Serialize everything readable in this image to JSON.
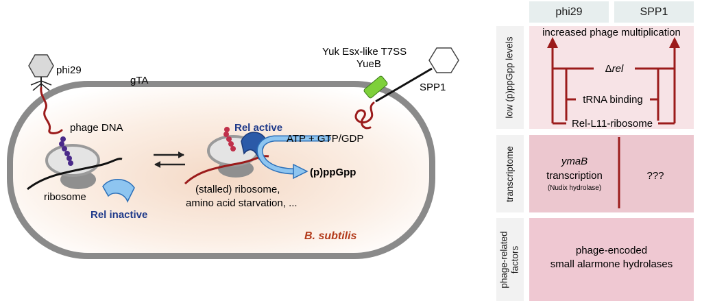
{
  "cell": {
    "phi29": "phi29",
    "gta": "gTA",
    "phage_dna": "phage DNA",
    "yuk_label": "Yuk Esx-like T7SS",
    "yueb": "YueB",
    "spp1": "SPP1",
    "rel_active": "Rel active",
    "rel_inactive": "Rel inactive",
    "atp_gtp": "ATP + GTP/GDP",
    "ppgpp": "(p)ppGpp",
    "ribosome": "ribosome",
    "stalled_1": "(stalled) ribosome,",
    "stalled_2": "amino acid starvation, ...",
    "organism": "B. subtilis"
  },
  "table": {
    "col_phi29": "phi29",
    "col_spp1": "SPP1",
    "row1_label": "low (p)ppGpp levels",
    "row2_label": "transcriptome",
    "row3_label_1": "phage-related",
    "row3_label_2": "factors",
    "increased": "increased phage multiplication",
    "delta_rel_symbol": "Δ",
    "delta_rel_gene": "rel",
    "trna": "tRNA binding",
    "rel_l11": "Rel-L11-ribosome",
    "ymab": "ymaB",
    "transcription": "transcription",
    "nudix": "(Nudix hydrolase)",
    "unknown": "???",
    "hydrolases_1": "phage-encoded",
    "hydrolases_2": "small alarmone hydrolases"
  },
  "colors": {
    "dark_red": "#9b1b1b",
    "organism_red": "#b33a1a",
    "rel_blue": "#1f3a8a",
    "arrow_blue": "#4a90d9",
    "cell_border": "#6b6b6b",
    "row1_bg": "#f7e3e6",
    "row2_bg": "#ecc7cf",
    "row3_bg": "#efc8d2",
    "header_bg": "#e7eeee",
    "yueb_green": "#7ed03a"
  }
}
